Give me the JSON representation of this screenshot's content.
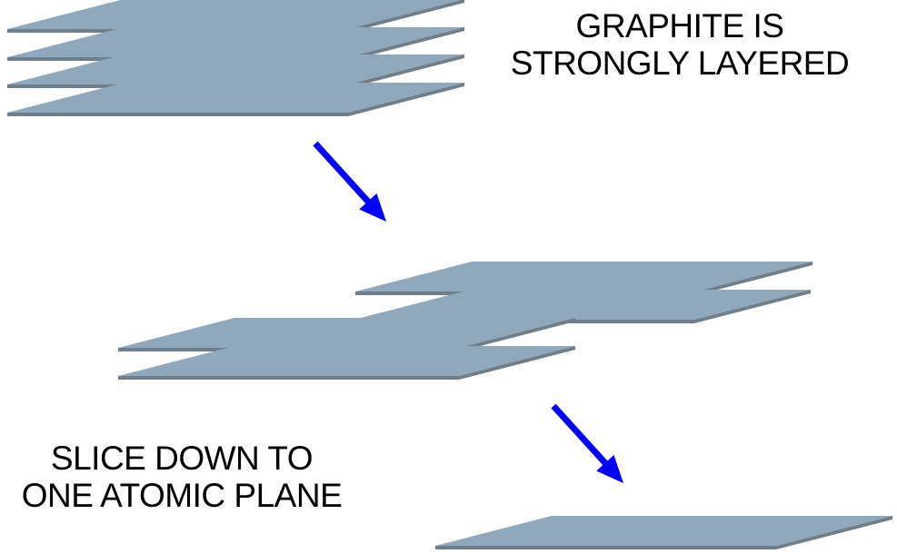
{
  "colors": {
    "sheet_fill": "#8fa8bb",
    "sheet_edge": "#6e7f8b",
    "arrow": "#0000ff",
    "text": "#000000",
    "background": "#ffffff"
  },
  "labels": {
    "top": {
      "line1": "GRAPHITE IS",
      "line2": "STRONGLY LAYERED"
    },
    "bottom": {
      "line1": "SLICE DOWN TO",
      "line2": "ONE ATOMIC PLANE"
    }
  },
  "stages": [
    {
      "name": "graphite-stack",
      "layer_count": 4
    },
    {
      "name": "partial-slice",
      "layer_count": 4
    },
    {
      "name": "single-plane",
      "layer_count": 1
    }
  ]
}
